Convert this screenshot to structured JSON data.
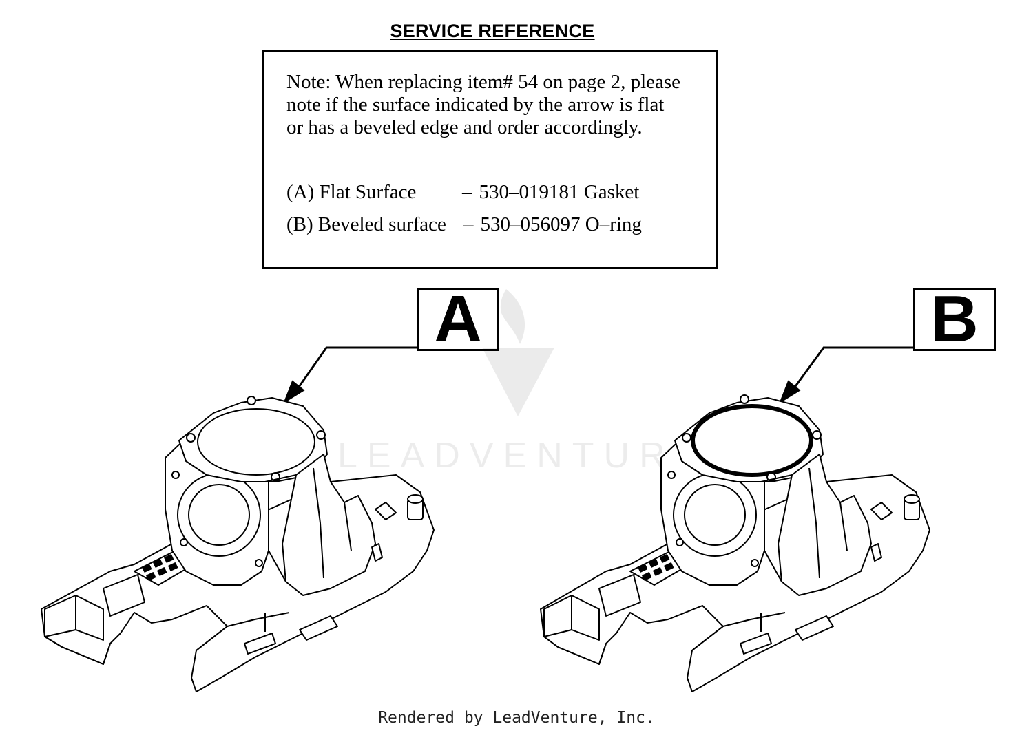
{
  "title": "SERVICE REFERENCE",
  "note": {
    "lines": [
      "Note: When replacing item# 54 on page 2, please",
      "note if the surface indicated by the arrow is flat",
      "or has a beveled edge and order accordingly."
    ],
    "option_a": {
      "label": "(A) Flat Surface",
      "separator": "–",
      "value": "530–019181 Gasket"
    },
    "option_b": {
      "label": "(B) Beveled surface",
      "separator": "–",
      "value": "530–056097 O–ring"
    }
  },
  "callouts": {
    "a": "A",
    "b": "B"
  },
  "watermark": "LEADVENTURE",
  "footer": "Rendered by LeadVenture, Inc."
}
